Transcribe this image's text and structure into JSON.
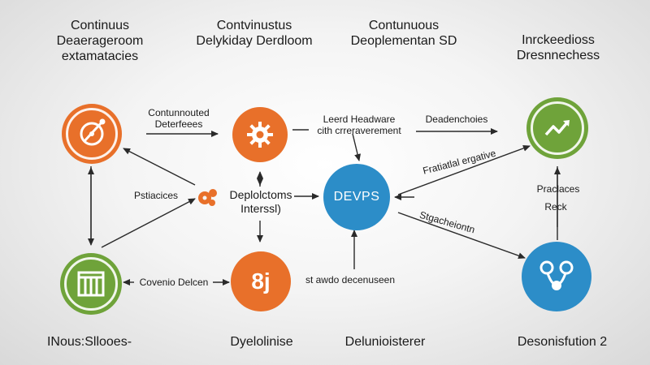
{
  "top_labels": {
    "left": [
      "Continuus",
      "Deaerageroom",
      "extamatacies"
    ],
    "center_left": [
      "Contvinustus",
      "Delykiday Derdloom"
    ],
    "center_right": [
      "Contunuous",
      "Deoplementan SD"
    ],
    "right": [
      "Inrckeedioss",
      "Dresnnechess"
    ]
  },
  "edge_labels": {
    "continuous_deliverfeees": [
      "Contunnouted",
      "Deterfeees"
    ],
    "lead_headware": [
      "Leerd Headware",
      "cith crreraverement"
    ],
    "deadenchoies": "Deadenchoies",
    "practices": "Pstiacices",
    "fractatal": "Fratiatlal ergative",
    "stracheon": "Stgacheiontn",
    "practaces_right": "Praclaces",
    "react": "Reck",
    "covenio_delcen": "Covenio Delcen",
    "st_awdo": "st awdo decenuseen"
  },
  "nodes": {
    "devops": "DEVPS",
    "eight_j": "8j",
    "deploictoms": [
      "Deplolctoms",
      "Interssl)"
    ]
  },
  "bottom_labels": {
    "left": "INous:Sllooes-",
    "center_left": "Dyelolinise",
    "center_right": "Delunioisterer",
    "right": "Desonisfution 2"
  },
  "colors": {
    "orange": "#e8702a",
    "green": "#6fa33a",
    "blue": "#2c8dc8",
    "arrow": "#2a2a2a"
  },
  "icons": {
    "tl_node": "tools-gauge-icon",
    "tc_node": "gear-icon",
    "ml_node": "small-gears-icon",
    "tr_node": "trend-chart-icon",
    "bl_node": "building-silo-icon",
    "br_node": "shield-network-icon"
  }
}
